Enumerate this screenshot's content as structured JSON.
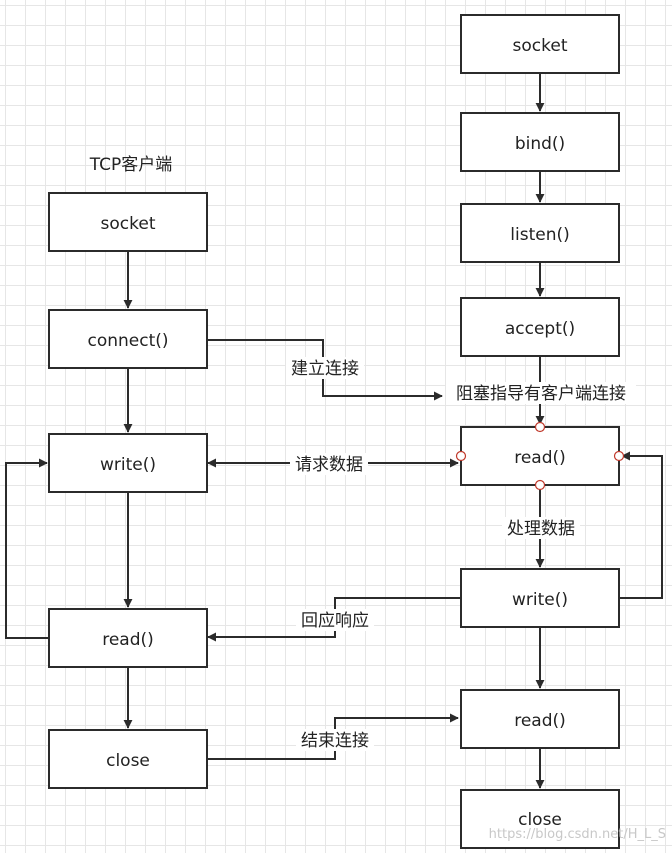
{
  "client": {
    "title": "TCP客户端",
    "socket": "socket",
    "connect": "connect()",
    "write": "write()",
    "read": "read()",
    "close": "close"
  },
  "server": {
    "socket": "socket",
    "bind": "bind()",
    "listen": "listen()",
    "accept": "accept()",
    "read": "read()",
    "write": "write()",
    "read2": "read()",
    "close": "close"
  },
  "edges": {
    "establish": "建立连接",
    "blocking": "阻塞指导有客户端连接",
    "request": "请求数据",
    "process": "处理数据",
    "response": "回应响应",
    "finish": "结束连接"
  },
  "watermark": "https://blog.csdn.net/H_L_S"
}
